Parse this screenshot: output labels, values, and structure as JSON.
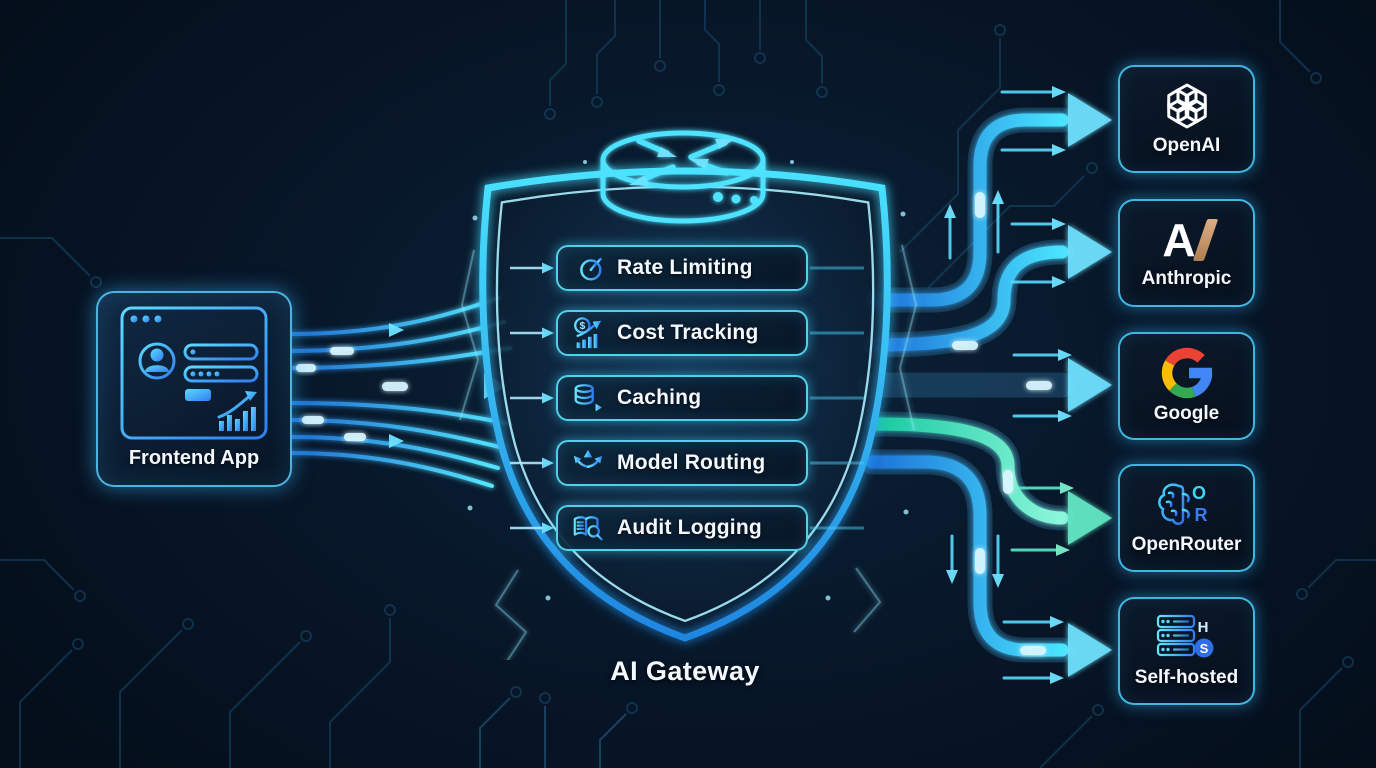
{
  "frontend": {
    "label": "Frontend App",
    "icon": "browser-window-icon"
  },
  "gateway": {
    "title": "AI Gateway",
    "icon": "router-icon",
    "features": [
      {
        "label": "Rate Limiting",
        "icon": "stopwatch-icon"
      },
      {
        "label": "Cost Tracking",
        "icon": "dollar-chart-icon",
        "glyph": "$"
      },
      {
        "label": "Caching",
        "icon": "database-arrow-icon"
      },
      {
        "label": "Model Routing",
        "icon": "branch-arrows-icon"
      },
      {
        "label": "Audit Logging",
        "icon": "book-magnifier-icon"
      }
    ]
  },
  "providers": [
    {
      "label": "OpenAI",
      "icon": "openai-logo"
    },
    {
      "label": "Anthropic",
      "icon": "anthropic-logo",
      "mark": "A"
    },
    {
      "label": "Google",
      "icon": "google-logo"
    },
    {
      "label": "OpenRouter",
      "icon": "openrouter-logo",
      "mark_o": "O",
      "mark_r": "R"
    },
    {
      "label": "Self-hosted",
      "icon": "server-stack-icon",
      "mark_h": "H",
      "mark_s": "S"
    }
  ],
  "colors": {
    "background": "#071526",
    "circuit_trace": "#1a4a6e",
    "accent_cyan": "#3fe0ff",
    "accent_blue": "#2b7ff0",
    "accent_teal": "#2fe2b4",
    "text": "#f4f9ff",
    "anthropic_slash": "#c9956c",
    "google_blue": "#4285F4",
    "google_red": "#EA4335",
    "google_yellow": "#FBBC05",
    "google_green": "#34A853"
  }
}
